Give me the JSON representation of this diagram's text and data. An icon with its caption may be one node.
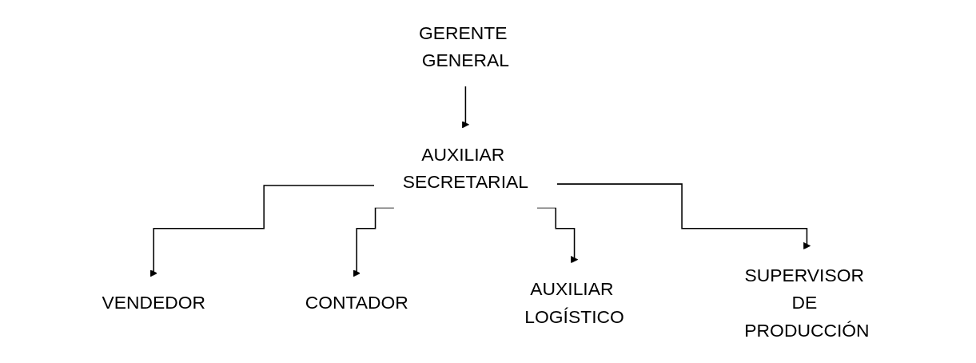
{
  "diagram": {
    "nodes": [
      {
        "text": [
          "GERENTE GENERAL"
        ]
      },
      {
        "text": [
          "AUXILIAR SECRETARIAL"
        ]
      },
      {
        "text": [
          "VENDEDOR"
        ]
      },
      {
        "text": [
          "CONTADOR"
        ]
      },
      {
        "text": [
          "AUXILIAR LOGÍSTICO"
        ]
      },
      {
        "text": [
          "SUPERVISOR DE PRODUCCIÓN"
        ]
      }
    ],
    "edges": [
      {
        "from": 0,
        "to": 1,
        "arrow": "to"
      },
      {
        "from": 1,
        "to": 2,
        "arrow": "to"
      },
      {
        "from": 1,
        "to": 3,
        "arrow": "to"
      },
      {
        "from": 1,
        "to": 4,
        "arrow": "to"
      },
      {
        "from": 1,
        "to": 5,
        "arrow": "to"
      }
    ]
  }
}
